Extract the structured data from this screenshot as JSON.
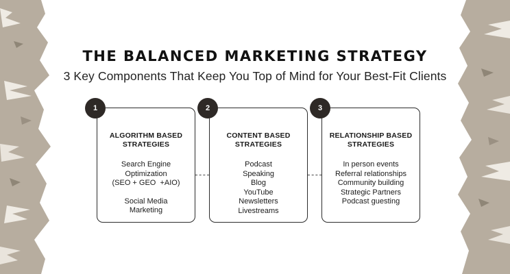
{
  "title": "THE BALANCED MARKETING STRATEGY",
  "subtitle": "3 Key Components That Keep You Top of Mind for Your Best-Fit Clients",
  "cards": [
    {
      "number": "1",
      "heading": [
        "ALGORITHM BASED",
        "STRATEGIES"
      ],
      "lines": [
        "Search Engine",
        "Optimization",
        "(SEO + GEO  +AIO)",
        "",
        "Social Media",
        "Marketing"
      ]
    },
    {
      "number": "2",
      "heading": [
        "CONTENT BASED",
        "STRATEGIES"
      ],
      "lines": [
        "Podcast",
        "Speaking",
        "Blog",
        "YouTube",
        "Newsletters",
        "Livestreams"
      ]
    },
    {
      "number": "3",
      "heading": [
        "RELATIONSHIP BASED",
        "STRATEGIES"
      ],
      "lines": [
        "In person events",
        "Referral relationships",
        "Community building",
        "Strategic Partners",
        "Podcast guesting"
      ]
    }
  ],
  "colors": {
    "badge": "#2e2926",
    "border": "#2b2b2b",
    "texture": "#b3a99c"
  }
}
